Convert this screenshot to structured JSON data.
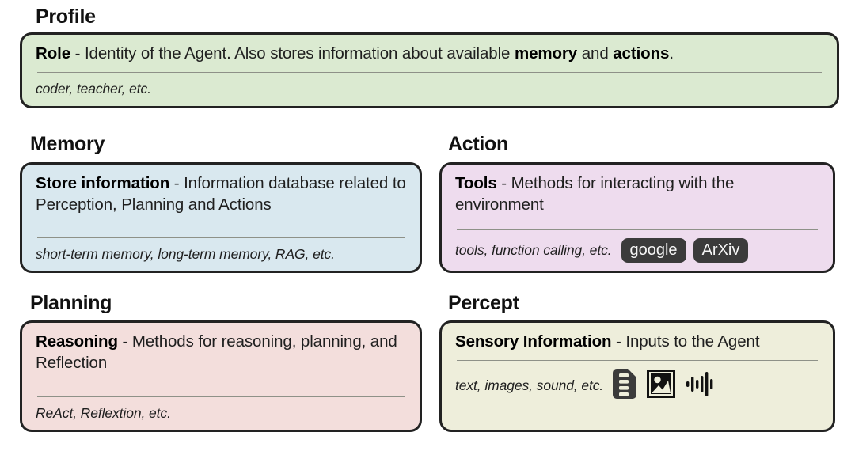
{
  "sections": [
    {
      "heading": "Profile",
      "color": "#dbead1",
      "term": "Role",
      "dash": " - ",
      "description": "Identity of the Agent. Also stores information about available ",
      "bold_inline_1": "memory",
      "mid": " and ",
      "bold_inline_2": "actions",
      "tail": ".",
      "examples": "coder, teacher, etc.",
      "chips": [],
      "icons": []
    },
    {
      "heading": "Memory",
      "color": "#d9e8ef",
      "term": "Store information",
      "dash": " - ",
      "description": "Information database related to Perception, Planning and Actions",
      "examples": "short-term memory, long-term memory, RAG, etc.",
      "chips": [],
      "icons": []
    },
    {
      "heading": "Action",
      "color": "#eedcee",
      "term": "Tools",
      "dash": " - ",
      "description": "Methods for interacting with the environment",
      "examples": "tools, function calling, etc.",
      "chips": [
        "google",
        "ArXiv"
      ],
      "icons": []
    },
    {
      "heading": "Planning",
      "color": "#f3dedc",
      "term": "Reasoning",
      "dash": " - ",
      "description": "Methods for reasoning, planning, and Reflection",
      "examples": "ReAct, Reflextion, etc.",
      "chips": [],
      "icons": []
    },
    {
      "heading": "Percept",
      "color": "#eeeedb",
      "term": "Sensory Information",
      "dash": " - ",
      "description": "Inputs to the Agent",
      "examples": "text, images, sound, etc.",
      "chips": [],
      "icons": [
        "text-document-icon",
        "image-icon",
        "sound-waveform-icon"
      ]
    }
  ],
  "theme": {
    "border_color": "#222222",
    "divider_color": "#8e9188",
    "chip_background": "#3b3b3b",
    "chip_text_color": "#f5f5f5",
    "page_background": "#ffffff",
    "text_color": "#1f1f1f"
  }
}
